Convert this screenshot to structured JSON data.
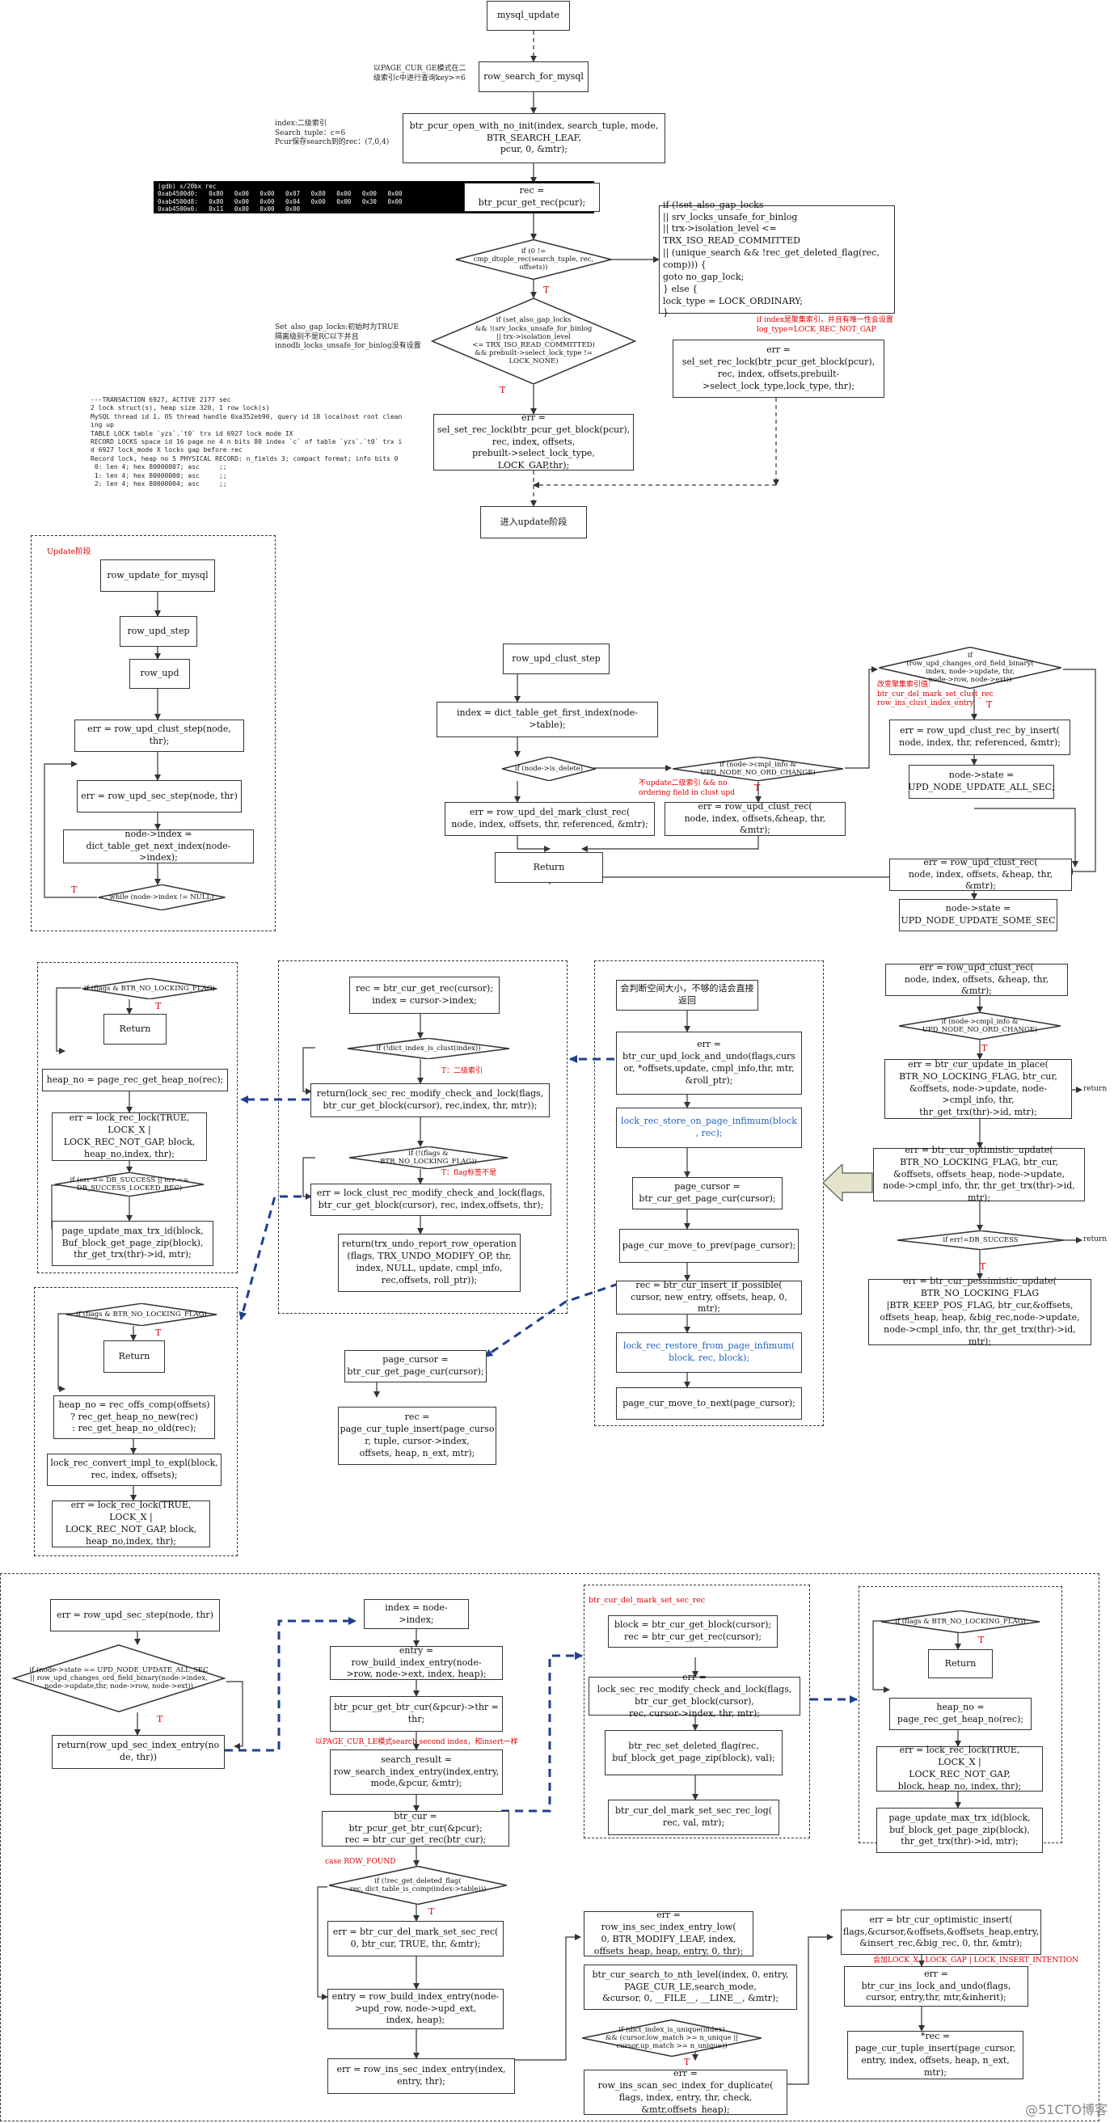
{
  "nodes": {
    "mysql_update": "mysql_update",
    "row_search_for_mysql": "row_search_for_mysql",
    "btr_pcur_open": "btr_pcur_open_with_no_init(index, search_tuple, mode,\nBTR_SEARCH_LEAF,\npcur, 0, &mtr);",
    "btr_pcur_get_rec": "rec = btr_pcur_get_rec(pcur);",
    "cmp_dtuple_rec": "if (0 !=\ncmp_dtuple_rec(search_tuple, rec,\noffsets))",
    "gap_lock_cond": "if (set_also_gap_locks\n&& !(srv_locks_unsafe_for_binlog\n|| trx->isolation_level\n<= TRX_ISO_READ_COMMITTED)\n&& prebuilt->select_lock_type !=\nLOCK_NONE)",
    "lock_type_code": "if (!set_also_gap_locks\n    || srv_locks_unsafe_for_binlog\n    || trx->isolation_level <= TRX_ISO_READ_COMMITTED\n    || (unique_search && !rec_get_deleted_flag(rec, comp))) {\n        goto no_gap_lock;\n} else {\n        lock_type = LOCK_ORDINARY;\n}",
    "sel_set_lock_gap": "err =\nsel_set_rec_lock(btr_pcur_get_block(pcur),\nrec, index, offsets,\nprebuilt->select_lock_type, LOCK_GAP,thr);",
    "sel_set_lock_type": "err =\nsel_set_rec_lock(btr_pcur_get_block(pcur),\nrec, index, offsets,prebuilt-\n>select_lock_type,lock_type, thr);",
    "enter_update": "进入update阶段",
    "row_update_for_mysql": "row_update_for_mysql",
    "row_upd_step": "row_upd_step",
    "row_upd": "row_upd",
    "row_upd_clust_step_call": "err = row_upd_clust_step(node, thr);",
    "row_upd_sec_step_call": "err = row_upd_sec_step(node, thr)",
    "next_index": "node->index =\ndict_table_get_next_index(node->index);",
    "while_index": "while (node->index != NULL)",
    "row_upd_clust_step": "row_upd_clust_step",
    "dict_first_index": "index = dict_table_get_first_index(node->table);",
    "is_delete": "if (node->is_delete)",
    "cmpl_info": "if (node->cmpl_info &\nUPD_NODE_NO_ORD_CHANGE)",
    "ord_field_binary": "if\n(row_upd_changes_ord_field_binary(\nindex, node->update, thr,\nnode->row, node->ext))",
    "del_mark_clust": "err = row_upd_del_mark_clust_rec(\nnode, index, offsets, thr, referenced, &mtr);",
    "upd_clust_rec_a": "err = row_upd_clust_rec(\nnode, index, offsets,&heap, thr, &mtr);",
    "clust_by_insert": "err = row_upd_clust_rec_by_insert(\nnode, index, thr, referenced, &mtr);",
    "state_all_sec": "node->state =\nUPD_NODE_UPDATE_ALL_SEC;",
    "return_a": "Return",
    "upd_clust_rec_b": "err = row_upd_clust_rec(\nnode, index, offsets, &heap, thr, &mtr);",
    "state_some_sec": "node->state =\nUPD_NODE_UPDATE_SOME_SEC",
    "upd_clust_rec_c": "err = row_upd_clust_rec(\nnode, index, offsets, &heap, thr, &mtr);",
    "cmpl_info_b": "if (node->cmpl_info &\nUPD_NODE_NO_ORD_CHANGE)",
    "update_in_place": "err = btr_cur_update_in_place(\nBTR_NO_LOCKING_FLAG, btr_cur,\n&offsets, node->update, node->cmpl_info, thr,\nthr_get_trx(thr)->id, mtr);",
    "optimistic_update": "err = btr_cur_optimistic_update(\nBTR_NO_LOCKING_FLAG, btr_cur,\n&offsets, offsets_heap, node->update,\nnode->cmpl_info, thr, thr_get_trx(thr)->id, mtr);",
    "if_success": "if err!=DB_SUCCESS",
    "pessimistic_update": "err = btr_cur_pessimistic_update(\nBTR_NO_LOCKING_FLAG\n|BTR_KEEP_POS_FLAG, btr_cur,&offsets,\noffsets_heap, heap, &big_rec,node->update,\nnode->cmpl_info, thr, thr_get_trx(thr)->id, mtr);",
    "space_note": "会判断空间大小，不够的话会直接返回",
    "lock_and_undo": "err =\nbtr_cur_upd_lock_and_undo(flags,curs\nor, *offsets,update, cmpl_info,thr, mtr,\n&roll_ptr);",
    "store_on_infimum": "lock_rec_store_on_page_infimum(block\n, rec);",
    "page_cursor_a": "page_cursor =\nbtr_cur_get_page_cur(cursor);",
    "move_to_prev": "page_cur_move_to_prev(page_cursor);",
    "insert_if_possible": "rec = btr_cur_insert_if_possible(\ncursor, new_entry, offsets, heap, 0, mtr);",
    "restore_from_infimum": "lock_rec_restore_from_page_infimum(\nblock, rec, block);",
    "move_to_next": "page_cur_move_to_next(page_cursor);",
    "cur_get_rec": "rec = btr_cur_get_rec(cursor);\nindex = cursor->index;",
    "is_clust": "if (!dict_index_is_clust(index))",
    "sec_check_lock": "return(lock_sec_rec_modify_check_and_lock(flags,\nbtr_cur_get_block(cursor), rec,index, thr, mtr));",
    "no_locking_flag_a": "if (!(flags &\nBTR_NO_LOCKING_FLAG))",
    "clust_check_lock": "err = lock_clust_rec_modify_check_and_lock(flags,\nbtr_cur_get_block(cursor), rec, index,offsets, thr);",
    "undo_report": "return(trx_undo_report_row_operation\n(flags, TRX_UNDO_MODIFY_OP, thr,\nindex, NULL, update, cmpl_info,\nrec,offsets, roll_ptr));",
    "page_cursor_b": "page_cursor =\nbtr_cur_get_page_cur(cursor);",
    "tuple_insert_a": "rec =\npage_cur_tuple_insert(page_curso\nr, tuple, cursor->index,\noffsets, heap, n_ext, mtr);",
    "flags_check_a": "if (flags & BTR_NO_LOCKING_FLAG)",
    "return_b": "Return",
    "heap_no_a": "heap_no = page_rec_get_heap_no(rec);",
    "lock_rec_lock_a": "err = lock_rec_lock(TRUE, LOCK_X |\nLOCK_REC_NOT_GAP, block,\nheap_no,index, thr);",
    "success_locked": "if (err == DB_SUCCESS || err ==\nDB_SUCCESS_LOCKED_REC)",
    "page_update_max_a": "page_update_max_trx_id(block,\nBuf_block_get_page_zip(block),\nthr_get_trx(thr)->id, mtr);",
    "flags_check_b": "if (flags & BTR_NO_LOCKING_FLAG)",
    "return_c": "Return",
    "heap_no_b": "heap_no = rec_offs_comp(offsets)\n? rec_get_heap_no_new(rec)\n: rec_get_heap_no_old(rec);",
    "impl_to_expl": "lock_rec_convert_impl_to_expl(block,\nrec, index, offsets);",
    "lock_rec_lock_b": "err = lock_rec_lock(TRUE, LOCK_X |\nLOCK_REC_NOT_GAP, block,\nheap_no,index, thr);",
    "row_upd_sec_step_b": "err = row_upd_sec_step(node, thr)",
    "state_cond": "if (node->state == UPD_NODE_UPDATE_ALL_SEC\n|| row_upd_changes_ord_field_binary(node->index,\nnode->update,thr, node->row, node->ext))",
    "sec_index_entry": "return(row_upd_sec_index_entry(no\nde, thr))",
    "index_eq": "index = node->index;",
    "build_entry_a": "entry = row_build_index_entry(node-\n>row, node->ext, index, heap);",
    "pcur_get_btr_cur_a": "btr_pcur_get_btr_cur(&pcur)->thr =\nthr;",
    "search_result": "search_result =\nrow_search_index_entry(index,entry,\nmode,&pcur, &mtr);",
    "btr_cur_get": "btr_cur = btr_pcur_get_btr_cur(&pcur);\nrec = btr_cur_get_rec(btr_cur);",
    "deleted_flag": "if (!rec_get_deleted_flag(\nrec, dict_table_is_comp(index->table)))",
    "del_mark_sec_call": "err = btr_cur_del_mark_set_sec_rec(\n0, btr_cur, TRUE, thr, &mtr);",
    "build_entry_b": "entry = row_build_index_entry(node-\n>upd_row, node->upd_ext,\nindex, heap);",
    "ins_sec_entry": "err = row_ins_sec_index_entry(index,\nentry, thr);",
    "block_rec": "block = btr_cur_get_block(cursor);\nrec = btr_cur_get_rec(cursor);",
    "sec_check_lock_b": "err =\nlock_sec_rec_modify_check_and_lock(flags,\nbtr_cur_get_block(cursor),\nrec, cursor->index, thr, mtr);",
    "set_deleted_flag": "btr_rec_set_deleted_flag(rec,\nbuf_block_get_page_zip(block), val);",
    "del_mark_sec_log": "btr_cur_del_mark_set_sec_rec_log(\nrec, val, mtr);",
    "flags_check_c": "if (flags & BTR_NO_LOCKING_FLAG)",
    "return_d": "Return",
    "heap_no_c": "heap_no =\npage_rec_get_heap_no(rec);",
    "lock_rec_lock_c": "err = lock_rec_lock(TRUE, LOCK_X |\nLOCK_REC_NOT_GAP,\nblock, heap_no, index, thr);",
    "page_update_max_b": "page_update_max_trx_id(block,\nbuf_block_get_page_zip(block),\nthr_get_trx(thr)->id, mtr);",
    "ins_sec_entry_low": "err = row_ins_sec_index_entry_low(\n0, BTR_MODIFY_LEAF, index,\noffsets_heap, heap, entry, 0, thr);",
    "search_to_nth": "btr_cur_search_to_nth_level(index, 0, entry,\nPAGE_CUR_LE,search_mode,\n&cursor, 0, __FILE__, __LINE__, &mtr);",
    "unique_cond": "if (dict_index_is_unique(index)\n&& (cursor.low_match >= n_unique ||\ncursor.up_match >= n_unique))",
    "dup_scan": "err = row_ins_scan_sec_index_for_duplicate(\nflags, index, entry, thr, check,\n&mtr,offsets_heap);",
    "optimistic_insert": "err = btr_cur_optimistic_insert(\nflags,&cursor,&offsets,&offsets_heap,entry,\n&insert_rec,&big_rec, 0, thr, &mtr);",
    "ins_lock_and_undo": "err = btr_cur_ins_lock_and_undo(flags,\ncursor, entry,thr, mtr,&inherit);",
    "tuple_insert_b": "*rec =\npage_cur_tuple_insert(page_cursor,\nentry, index, offsets, heap, n_ext, mtr);"
  },
  "notes": {
    "page_cur_ge": "以PAGE_CUR_GE模式在二\n级索引c中进行查询key>=6",
    "search_params": "index:二级索引\nSearch_tuple：c=6\nPcur保存search到的rec：(7,0,4)",
    "gdb_term": "(gdb) x/20bx rec\n0xab4500d0:   0x80   0x00   0x00   0x07   0x80   0x00   0x00   0x00\n0xab4500d8:   0x80   0x00   0x00   0x04   0x00   0x00   0x30   0x00\n0xab4500e0:   0x11   0x80   0x00   0x00",
    "gap_note": "Set_also_gap_locks:初始时为TRUE\n隔离级别不是RC以下并且\ninnodb_locks_unsafe_for_binlog没有设置",
    "trx_dump": "---TRANSACTION 6927, ACTIVE 2177 sec\n2 lock struct(s), heap size 320, 1 row lock(s)\nMySQL thread id 1, OS thread handle 0xa352eb90, query id 18 localhost root clean\ning up\nTABLE LOCK table `yzs`.`t0` trx id 6927 lock mode IX\nRECORD LOCKS space id 16 page no 4 n bits 80 index `c` of table `yzs`.`t0` trx i\nd 6927 lock_mode X locks gap before rec\nRecord lock, heap no 5 PHYSICAL RECORD: n_fields 3; compact format; info bits 0\n 0: len 4; hex 80000007; asc     ;;\n 1: len 4; hex 80000000; asc     ;;\n 2: len 4; hex 80000004; asc     ;;",
    "unique_note": "if index是聚集索引，并且有唯一性会设置\nlog_type=LOCK_REC_NOT_GAP",
    "update_phase": "Update阶段",
    "ord_note": "改变聚集索引值:\nbtr_cur_del_mark_set_clust_rec\nrow_ins_clust_index_entry",
    "no_update_note": "不update二级索引 && no\nordering field in clust upd",
    "t_sec_index": "T：二级索引",
    "t_flag_zero": "T：flag标签不是",
    "mode_note": "以PAGE_CUR_LE模式search second index，和insert一样",
    "row_found": "case ROW_FOUND",
    "del_mark_sec_title": "btr_cur_del_mark_set_sec_rec",
    "insert_intention": "会加LOCK_X | LOCK_GAP | LOCK_INSERT_INTENTION",
    "return_label": "return",
    "watermark": "@51CTO博客"
  },
  "labels": {
    "T": "T"
  },
  "colors": {
    "red": "#e00000",
    "blue": "#1f5fbf",
    "dash_arrow": "#1f3f8f",
    "arrow_fill": "#e4e4cc"
  }
}
